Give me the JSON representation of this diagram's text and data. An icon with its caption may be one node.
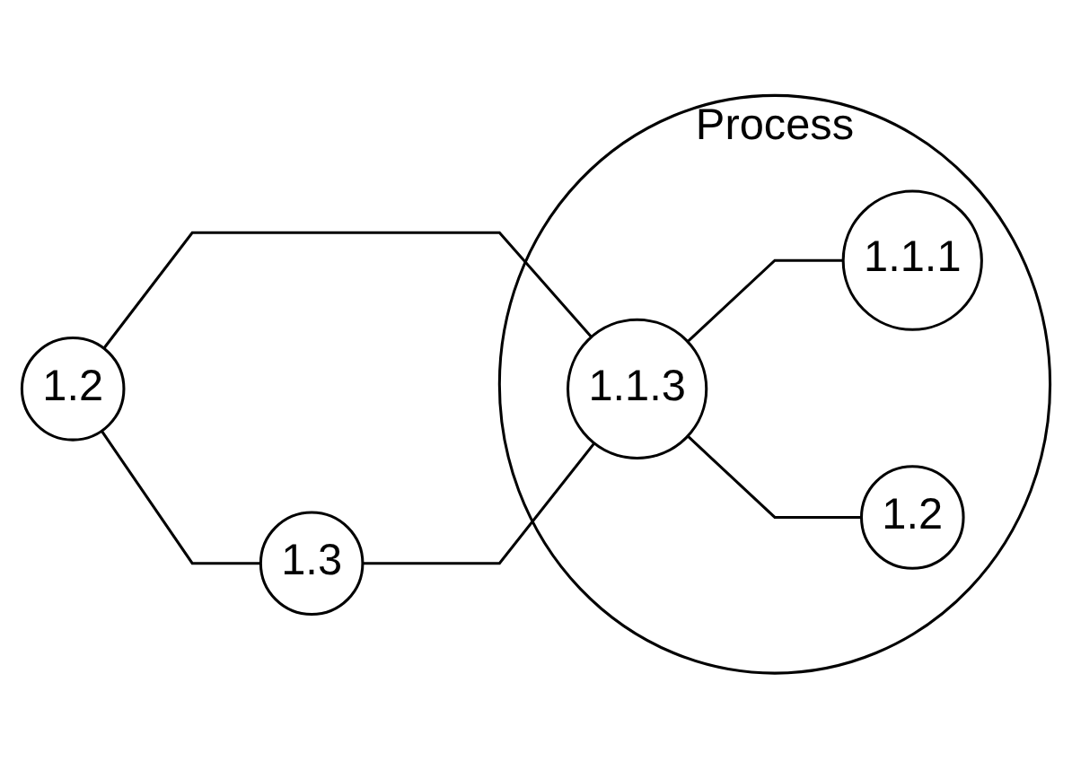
{
  "diagram": {
    "nodes": [
      {
        "text": [
          "1.2"
        ]
      },
      {
        "text": [
          "Process"
        ]
      },
      {
        "text": [
          "1.1.3"
        ],
        "in": 1
      },
      {
        "text": [
          "1.3"
        ]
      },
      {
        "text": [
          "1.1.1"
        ],
        "in": 1
      },
      {
        "text": [
          "1.2"
        ],
        "in": 1
      }
    ],
    "edges": [
      {
        "from": 0,
        "to": 2,
        "arrow": "none"
      },
      {
        "from": 0,
        "to": 3,
        "arrow": "none"
      },
      {
        "from": 3,
        "to": 2,
        "arrow": "none"
      },
      {
        "from": 2,
        "to": 4,
        "arrow": "none"
      },
      {
        "from": 2,
        "to": 5,
        "arrow": "none"
      }
    ]
  }
}
